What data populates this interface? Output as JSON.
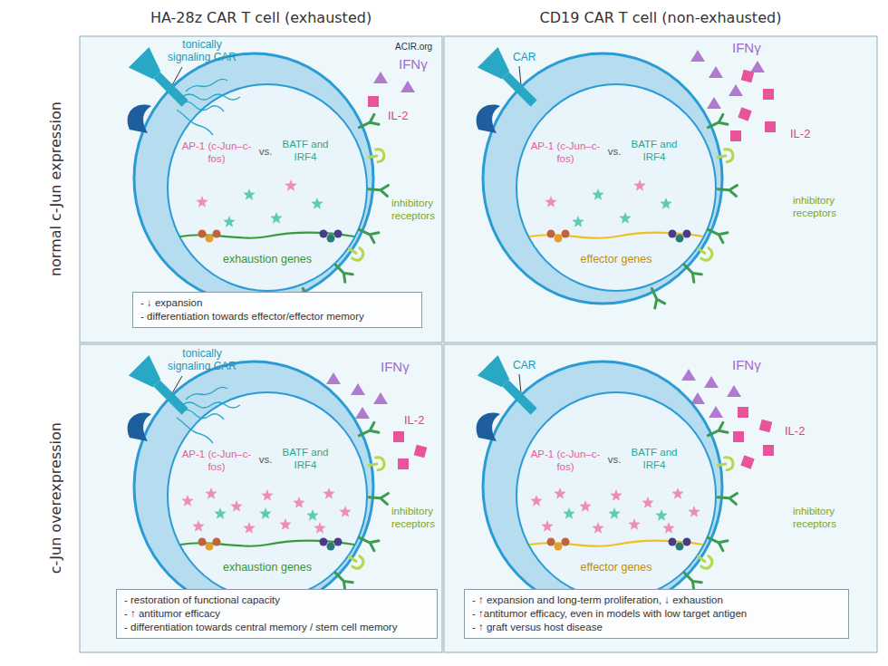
{
  "diagram": {
    "nodes": [
      {
        "text": [
          "AP-1 (c-Jun–c-fos)",
          "vs.",
          "BATF and IRF4",
          "exhaustion genes"
        ]
      },
      {
        "text": [
          "- ↓ expansion",
          "- differentiation towards effector/effector memory"
        ]
      },
      {
        "text": [
          "AP-1 (c-Jun–c-fos)",
          "vs.",
          "BATF and IRF4",
          "effector genes"
        ]
      },
      {
        "text": [
          "AP-1 (c-Jun–c-fos)",
          "vs.",
          "BATF and IRF4",
          "exhaustion genes"
        ]
      },
      {
        "text": [
          "- restoration of functional capacity",
          "- ↑ antitumor efficacy",
          "- differentiation towards central memory / stem cell memory"
        ]
      },
      {
        "text": [
          "AP-1 (c-Jun–c-fos)",
          "vs.",
          "BATF and IRF4",
          "effector genes"
        ]
      },
      {
        "text": [
          "- ↑ expansion and long-term proliferation, ↓ exhaustion",
          "- ↑antitumor efficacy, even in models with low target antigen",
          "- ↑ graft versus host disease"
        ]
      }
    ],
    "labels": [
      "HA-28z CAR T cell (exhausted)",
      "CD19 CAR T cell (non-exhausted)",
      "normal c-Jun expression",
      "c-Jun overexpression",
      "tonically signaling CAR",
      "ACIR.org",
      "IFNγ",
      "IL-2",
      "inhibitory receptors",
      "CAR",
      "IFNγ",
      "IL-2",
      "inhibitory receptors",
      "tonically signaling CAR",
      "IFNγ",
      "IL-2",
      "inhibitory receptors",
      "CAR",
      "IFNγ",
      "IL-2",
      "inhibitory receptors"
    ]
  }
}
